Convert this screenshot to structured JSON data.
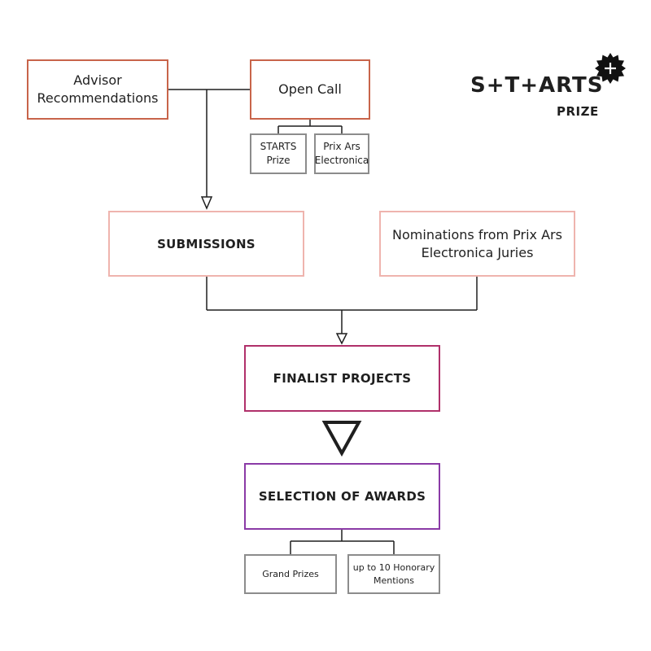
{
  "logo": {
    "wordmark": "S+T+ARTS",
    "sub": "PRIZE",
    "badge_icon": "plus-icon"
  },
  "nodes": {
    "advisor": "Advisor Recommendations",
    "open_call": "Open Call",
    "starts_prize": "STARTS Prize",
    "prix_ars": "Prix Ars Electronica",
    "submissions": "SUBMISSIONS",
    "nominations": "Nominations from Prix Ars Electronica Juries",
    "finalist": "FINALIST PROJECTS",
    "selection": "SELECTION OF AWARDS",
    "grand_prizes": "Grand Prizes",
    "honorary": "up to 10 Honorary Mentions"
  },
  "colors": {
    "orange": "#c8644a",
    "pink": "#efb4ae",
    "gray": "#8c8c8c",
    "magenta": "#b0306a",
    "purple": "#8a3aa6",
    "line": "#1f1f1f"
  }
}
